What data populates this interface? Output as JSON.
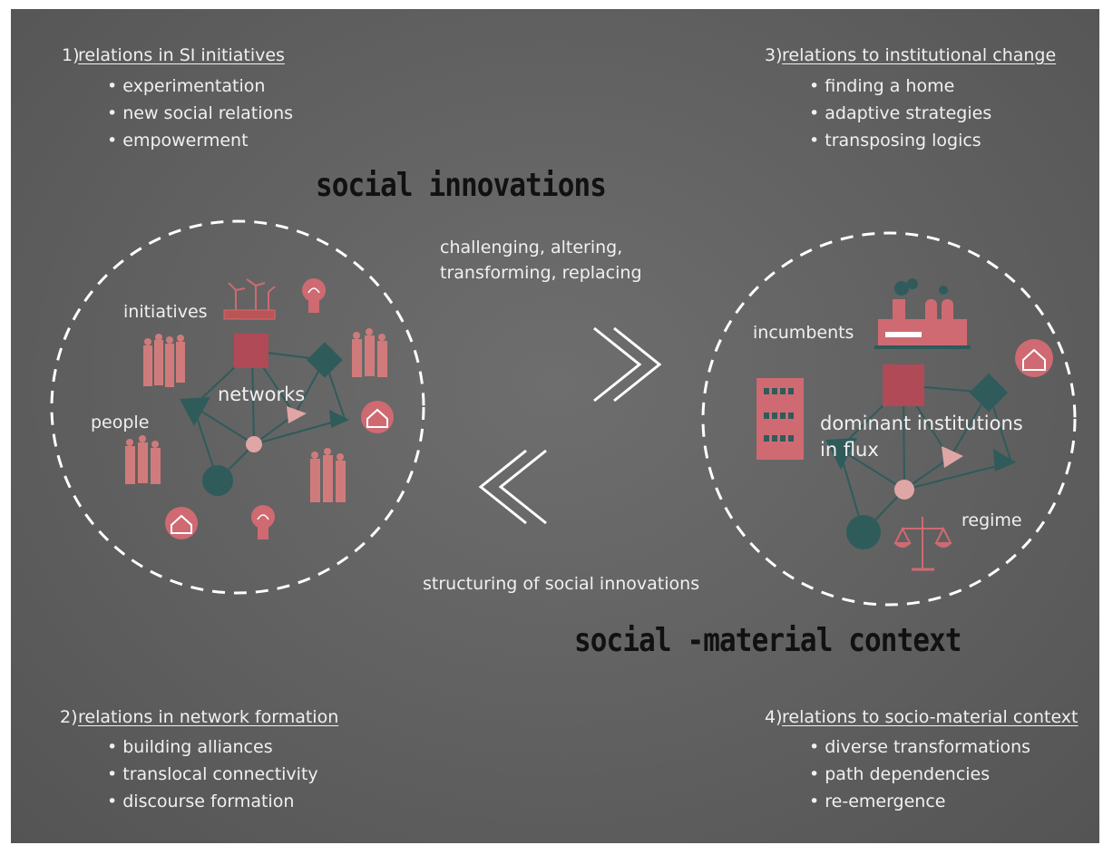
{
  "titles": {
    "social_innovations": "social innovations",
    "context": "social -material context"
  },
  "sections": {
    "s1": {
      "num": "1)",
      "heading": "relations in SI initiatives",
      "items": [
        "experimentation",
        "new social relations",
        "empowerment"
      ]
    },
    "s2": {
      "num": "2)",
      "heading": "relations in network formation",
      "items": [
        "building alliances",
        "translocal connectivity",
        "discourse formation"
      ]
    },
    "s3": {
      "num": "3)",
      "heading": "relations to institutional change",
      "items": [
        "finding a home",
        "adaptive strategies",
        "transposing logics"
      ]
    },
    "s4": {
      "num": "4)",
      "heading": "relations to socio-material context",
      "items": [
        "diverse transformations",
        "path dependencies",
        "re-emergence"
      ]
    }
  },
  "arrows": {
    "forward_line1": "challenging, altering,",
    "forward_line2": "transforming, replacing",
    "backward": "structuring of social innovations"
  },
  "left_circle": {
    "initiatives": "initiatives",
    "people": "people",
    "networks": "networks"
  },
  "right_circle": {
    "incumbents": "incumbents",
    "dominant_line1": "dominant institutions",
    "dominant_line2": "in flux",
    "regime": "regime"
  },
  "colors": {
    "accent_pink": "#cf6a72",
    "accent_dark_pink": "#b14a57",
    "teal": "#2f5b5b",
    "light_pink": "#e0a6a6",
    "background": "#626262"
  },
  "icons": [
    "wind-turbine-icon",
    "lightbulb-icon",
    "people-group-icon",
    "house-icon",
    "factory-icon",
    "apartment-building-icon",
    "scales-icon"
  ]
}
